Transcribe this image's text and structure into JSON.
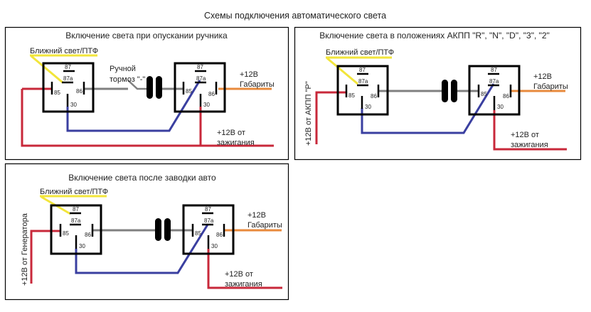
{
  "title": "Схемы подключения автоматического света",
  "colors": {
    "border": "#000000",
    "yellow": "#f2e53a",
    "red": "#c8283a",
    "blue": "#3a3fa0",
    "gray": "#808080",
    "orange": "#e88a3c",
    "text": "#222222"
  },
  "pins": {
    "p87": "87",
    "p87a": "87a",
    "p85": "85",
    "p86": "86",
    "p30": "30"
  },
  "panels": [
    {
      "title": "Включение света при опускании ручника",
      "yellow_label": "Ближний свет/ПТФ",
      "switch_label_1": "Ручной",
      "switch_label_2": "тормоз \"-\"",
      "out_label_1": "+12В",
      "out_label_2": "Габариты",
      "ign_label_1": "+12В от",
      "ign_label_2": "зажигания"
    },
    {
      "title": "Включение света в положениях АКПП \"R\", \"N\", \"D\", \"3\", \"2\"",
      "yellow_label": "Ближний свет/ПТФ",
      "source_label": "+12В от АКПП \"P\"",
      "out_label_1": "+12В",
      "out_label_2": "Габариты",
      "ign_label_1": "+12В от",
      "ign_label_2": "зажигания"
    },
    {
      "title": "Включение света после заводки авто",
      "yellow_label": "Ближний свет/ПТФ",
      "source_label": "+12В от Генератора",
      "out_label_1": "+12В",
      "out_label_2": "Габариты",
      "ign_label_1": "+12В от",
      "ign_label_2": "зажигания"
    }
  ]
}
